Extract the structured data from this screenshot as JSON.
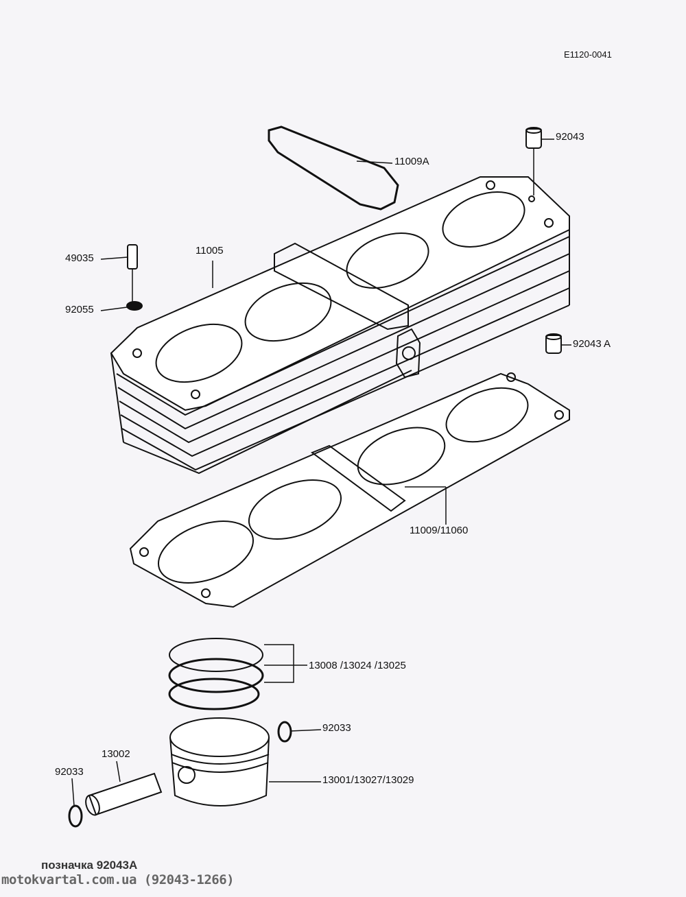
{
  "diagram_code": "E1120-0041",
  "labels": {
    "p92043": "92043",
    "p11009A": "11009A",
    "p49035": "49035",
    "p11005": "11005",
    "p92055": "92055",
    "p92043A": "92043 A",
    "p11009_11060": "11009/11060",
    "p13008": "13008 /13024 /13025",
    "p92033_right": "92033",
    "p13002": "13002",
    "p92033_left": "92033",
    "p13001": "13001/13027/13029"
  },
  "caption": "позначка 92043A",
  "watermark": "motokvartal.com.ua (92043-1266)"
}
